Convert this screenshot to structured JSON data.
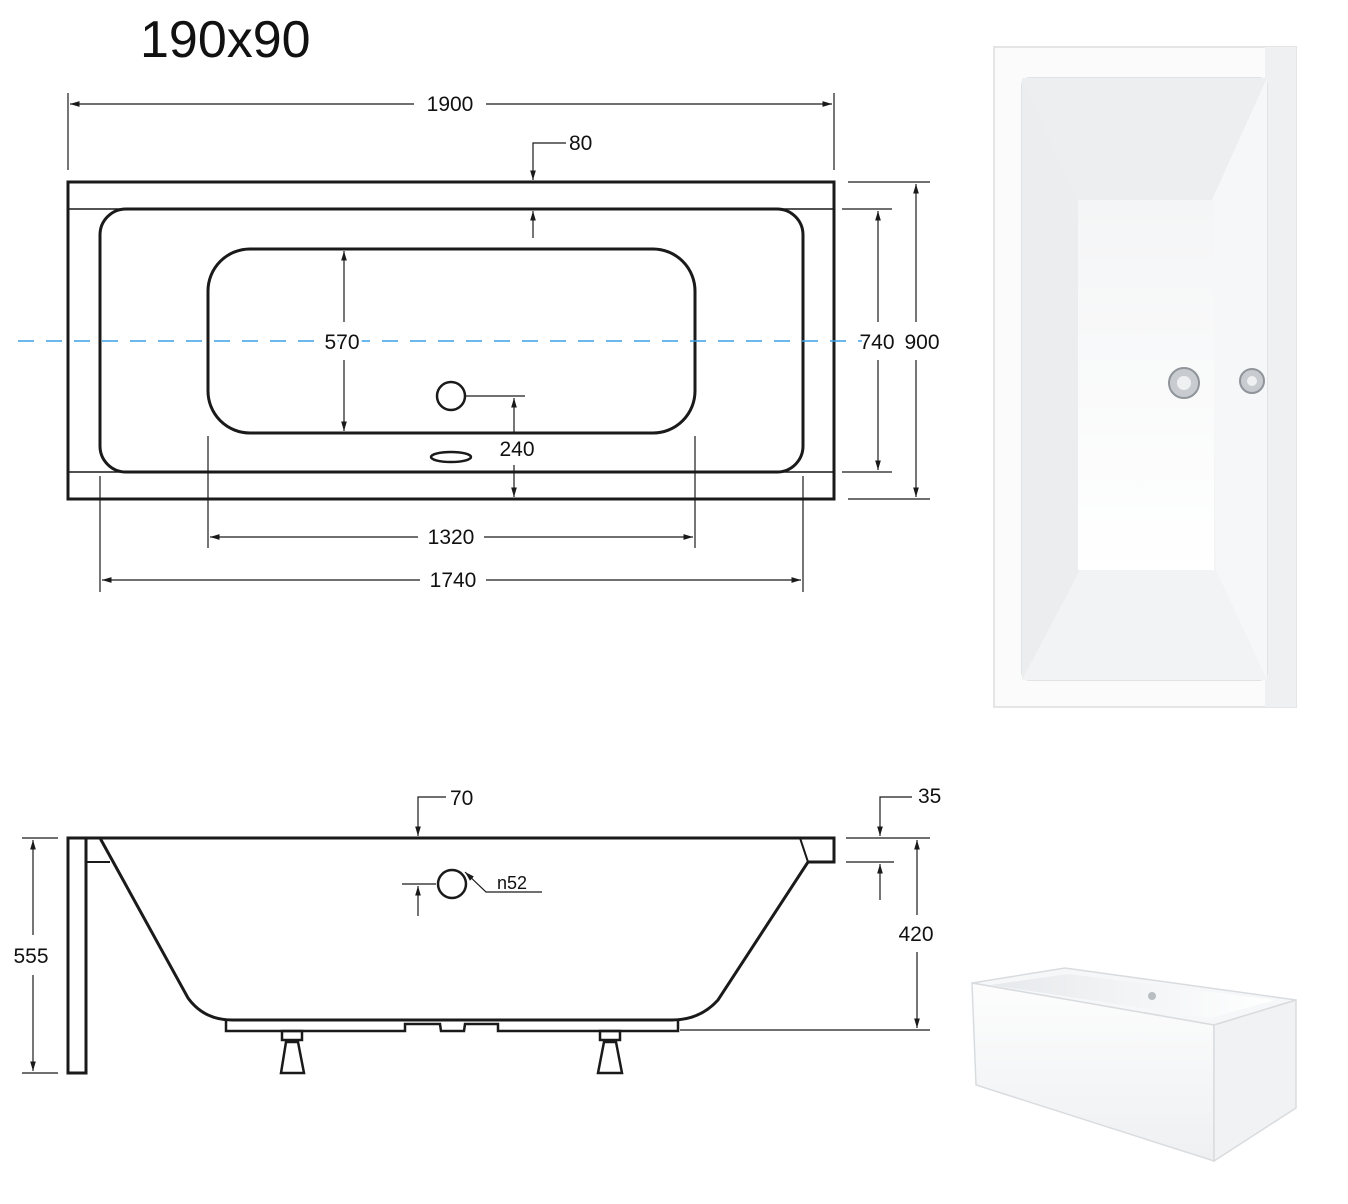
{
  "title": "190x90",
  "top_view": {
    "overall_length": "1900",
    "rim_width": "80",
    "inner_width": "570",
    "outer_inner_width": "740",
    "overall_width": "900",
    "drain_offset": "240",
    "inner_length": "1320",
    "outer_inner_length": "1740"
  },
  "side_view": {
    "rim_offset": "70",
    "rim_thickness": "35",
    "height_total": "555",
    "inner_depth": "420",
    "drain_diameter": "n52"
  },
  "colors": {
    "line": "#1a1a1a",
    "axis": "#3aa0e8",
    "acrylic_shadow": "#dfe3e6"
  }
}
